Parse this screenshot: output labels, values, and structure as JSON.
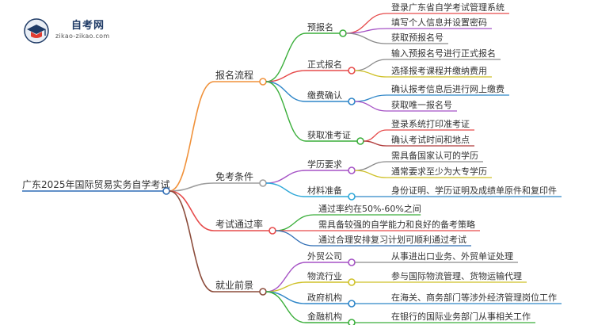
{
  "logo": {
    "title": "自考网",
    "url": "zikao-zikao.com",
    "icon": "graduation-cap-icon",
    "colors": {
      "primary": "#1f3b66",
      "accent": "#e03c31"
    }
  },
  "root": {
    "label": "广东2025年国际贸易实务自学考试",
    "color": "#2f6db5"
  },
  "branches": [
    {
      "label": "报名流程",
      "color": "#f0913a",
      "children": [
        {
          "label": "预报名",
          "color": "#3aae3a",
          "leaves": [
            {
              "label": "登录广东省自学考试管理系统",
              "color": "#e64b4b"
            },
            {
              "label": "填写个人信息并设置密码",
              "color": "#a552c5"
            },
            {
              "label": "获取预报名号",
              "color": "#8a8a8a"
            }
          ]
        },
        {
          "label": "正式报名",
          "color": "#e64b4b",
          "leaves": [
            {
              "label": "输入预报名号进行正式报名",
              "color": "#8a8a8a"
            },
            {
              "label": "选择报考课程并缴纳费用",
              "color": "#cfc128"
            }
          ]
        },
        {
          "label": "缴费确认",
          "color": "#2f86c8",
          "leaves": [
            {
              "label": "确认报考信息后进行网上缴费",
              "color": "#2f86c8"
            },
            {
              "label": "获取唯一报名号",
              "color": "#a552c5"
            }
          ]
        },
        {
          "label": "获取准考证",
          "color": "#3aae3a",
          "leaves": [
            {
              "label": "登录系统打印准考证",
              "color": "#e64b4b"
            },
            {
              "label": "确认考试时间和地点",
              "color": "#b03a3a"
            }
          ]
        }
      ]
    },
    {
      "label": "免考条件",
      "color": "#9e9e9e",
      "children": [
        {
          "label": "学历要求",
          "color": "#a552c5",
          "leaves": [
            {
              "label": "需具备国家认可的学历",
              "color": "#8a8a8a"
            },
            {
              "label": "通常要求至少为大专学历",
              "color": "#cfc128"
            }
          ]
        },
        {
          "label": "材料准备",
          "color": "#2fa8d8",
          "leaves": [
            {
              "label": "身份证明、学历证明及成绩单原件和复印件",
              "color": "#2f86c8"
            }
          ]
        }
      ]
    },
    {
      "label": "考试通过率",
      "color": "#e64b4b",
      "children": [],
      "leaves": [
        {
          "label": "通过率约在50%-60%之间",
          "color": "#3aae3a"
        },
        {
          "label": "需具备较强的自学能力和良好的备考策略",
          "color": "#e64b4b"
        },
        {
          "label": "通过合理安排复习计划可顺利通过考试",
          "color": "#2f6db5"
        }
      ]
    },
    {
      "label": "就业前景",
      "color": "#8b4b3a",
      "children": [
        {
          "label": "外贸公司",
          "color": "#a552c5",
          "leaves": [
            {
              "label": "从事进出口业务、外贸单证处理",
              "color": "#8a8a8a"
            }
          ]
        },
        {
          "label": "物流行业",
          "color": "#cfc128",
          "leaves": [
            {
              "label": "参与国际物流管理、货物运输代理",
              "color": "#cfc128"
            }
          ]
        },
        {
          "label": "政府机构",
          "color": "#2f86c8",
          "leaves": [
            {
              "label": "在海关、商务部门等涉外经济管理岗位工作",
              "color": "#2f86c8"
            }
          ]
        },
        {
          "label": "金融机构",
          "color": "#3aae3a",
          "leaves": [
            {
              "label": "在银行的国际业务部门从事相关工作",
              "color": "#3aae3a"
            }
          ]
        }
      ]
    }
  ]
}
